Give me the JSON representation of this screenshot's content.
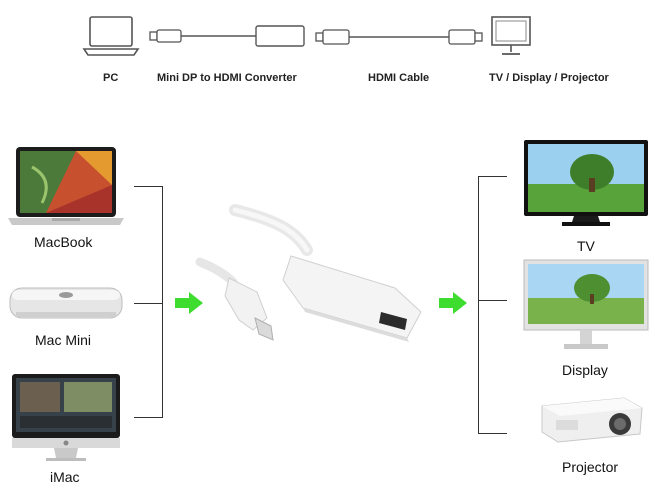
{
  "top_row": {
    "pc_label": "PC",
    "converter_label": "Mini DP to HDMI Converter",
    "cable_label": "HDMI Cable",
    "display_label": "TV / Display / Projector"
  },
  "sources": {
    "macbook_label": "MacBook",
    "mac_mini_label": "Mac Mini",
    "imac_label": "iMac"
  },
  "outputs": {
    "tv_label": "TV",
    "display_label": "Display",
    "projector_label": "Projector"
  },
  "colors": {
    "arrow": "#3ddc2f",
    "line": "#333333",
    "device": "#dcdcdc"
  },
  "icons": {
    "laptop": "laptop-icon",
    "monitor": "monitor-icon",
    "arrow": "green-arrow-icon"
  }
}
